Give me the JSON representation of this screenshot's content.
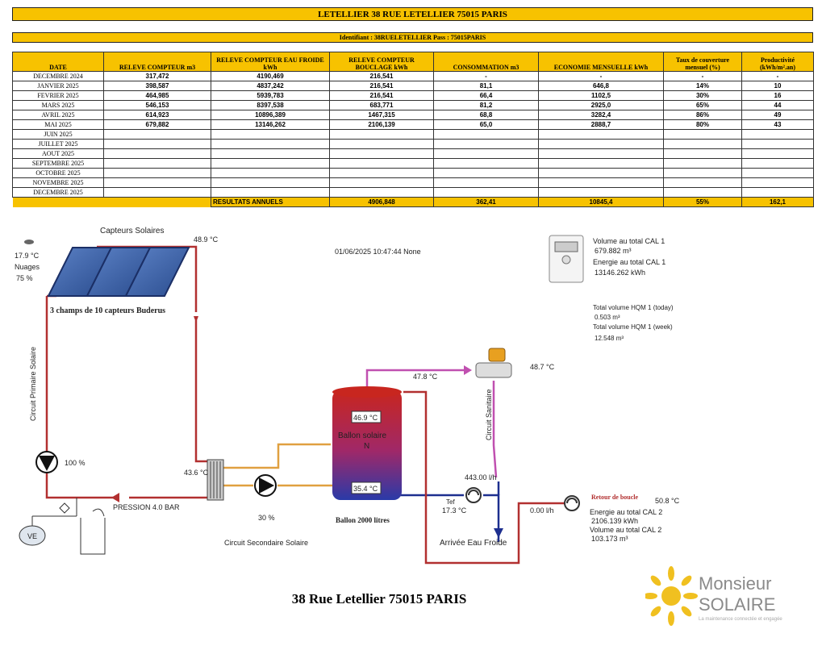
{
  "header": {
    "title": "LETELLIER 38 RUE LETELLIER 75015 PARIS",
    "ident": "Identifiant : 38RUELETELLIER     Pass : 75015PARIS"
  },
  "table": {
    "columns": [
      "DATE",
      "RELEVE COMPTEUR m3",
      "RELEVE COMPTEUR EAU FROIDE kWh",
      "RELEVE COMPTEUR BOUCLAGE kWh",
      "CONSOMMATION m3",
      "ECONOMIE MENSUELLE kWh",
      "Taux de couverture mensuel (%)",
      "Productivité (kWh/m².an)"
    ],
    "rows": [
      [
        "DECEMBRE 2024",
        "317,472",
        "4190,469",
        "216,541",
        "-",
        "-",
        "-",
        "-"
      ],
      [
        "JANVIER 2025",
        "398,587",
        "4837,242",
        "216,541",
        "81,1",
        "646,8",
        "14%",
        "10"
      ],
      [
        "FEVRIER 2025",
        "464,985",
        "5939,783",
        "216,541",
        "66,4",
        "1102,5",
        "30%",
        "16"
      ],
      [
        "MARS 2025",
        "546,153",
        "8397,538",
        "683,771",
        "81,2",
        "2925,0",
        "65%",
        "44"
      ],
      [
        "AVRIL 2025",
        "614,923",
        "10896,389",
        "1467,315",
        "68,8",
        "3282,4",
        "86%",
        "49"
      ],
      [
        "MAI 2025",
        "679,882",
        "13146,262",
        "2106,139",
        "65,0",
        "2888,7",
        "80%",
        "43"
      ],
      [
        "JUIN 2025",
        "",
        "",
        "",
        "",
        "",
        "",
        ""
      ],
      [
        "JUILLET 2025",
        "",
        "",
        "",
        "",
        "",
        "",
        ""
      ],
      [
        "AOUT 2025",
        "",
        "",
        "",
        "",
        "",
        "",
        ""
      ],
      [
        "SEPTEMBRE 2025",
        "",
        "",
        "",
        "",
        "",
        "",
        ""
      ],
      [
        "OCTOBRE 2025",
        "",
        "",
        "",
        "",
        "",
        "",
        ""
      ],
      [
        "NOVEMBRE 2025",
        "",
        "",
        "",
        "",
        "",
        "",
        ""
      ],
      [
        "DECEMBRE 2025",
        "",
        "",
        "",
        "",
        "",
        "",
        ""
      ]
    ],
    "totals": {
      "label": "RESULTATS ANNUELS",
      "bouclage": "4906,848",
      "consommation": "362,41",
      "economie": "10845,4",
      "taux": "55%",
      "productivite": "162,1"
    }
  },
  "diagram": {
    "weather_temp": "17.9 °C",
    "weather_label": "Nuages",
    "weather_pct": "75 %",
    "collectors_title": "Capteurs Solaires",
    "collector_temp": "48.9 °C",
    "collectors_desc": "3 champs de 10 capteurs Buderus",
    "timestamp": "01/06/2025 10:47:44 None",
    "cal1_volume_label": "Volume au total CAL 1",
    "cal1_volume": "679.882 m³",
    "cal1_energy_label": "Energie au total CAL 1",
    "cal1_energy": "13146.262 kWh",
    "hqm_today_label": "Total volume HQM 1 (today)",
    "hqm_today": "0.503 m³",
    "hqm_week_label": "Total volume HQM 1 (week)",
    "hqm_week": "12.548 m³",
    "circuit_primaire": "Circuit Primaire Solaire",
    "pump1_pct": "100 %",
    "exchanger_temp": "43.6 °C",
    "pression": "PRESSION 4.0 BAR",
    "ve_label": "VE",
    "pump2_pct": "30 %",
    "circuit_secondaire": "Circuit Secondaire Solaire",
    "tank_top_temp": "46.9 °C",
    "tank_label_1": "Ballon solaire",
    "tank_label_2": "N",
    "tank_bottom_temp": "35.4 °C",
    "tank_caption": "Ballon 2000 litres",
    "pipe_top_temp": "47.8 °C",
    "mixer_temp": "48.7 °C",
    "circuit_sanitaire": "Circuit Sanitaire",
    "flow_cold": "443.00 l/h",
    "cold_temp_label": "Tef",
    "cold_temp": "17.3 °C",
    "flow_loop": "0.00 l/h",
    "arrivee": "Arrivée Eau Froide",
    "retour_label": "Retour de boucle",
    "retour_temp": "50.8 °C",
    "cal2_energy_label": "Energie au total CAL 2",
    "cal2_energy": "2106.139 kWh",
    "cal2_volume_label": "Volume au total CAL 2",
    "cal2_volume": "103.173 m³"
  },
  "footer": {
    "address": "38 Rue Letellier 75015 PARIS",
    "logo_line1": "Monsieur",
    "logo_line2": "SOLAIRE",
    "logo_tagline": "La maintenance connectée et engagée"
  },
  "colors": {
    "header_yellow": "#f7c200",
    "pipe_red": "#b23030",
    "pipe_orange": "#e0a040",
    "pipe_pink": "#c050b0",
    "pipe_blue": "#1d2f8f"
  }
}
